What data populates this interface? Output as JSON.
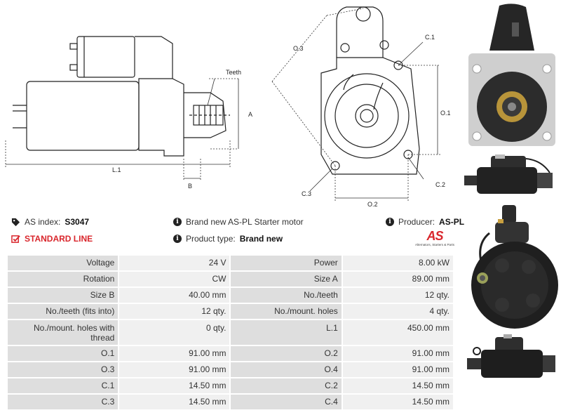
{
  "drawing": {
    "teeth_label": "Teeth",
    "dim_a": "A",
    "dim_b": "B",
    "dim_l1": "L.1",
    "dim_o1": "O.1",
    "dim_o2": "O.2",
    "dim_o3": "O.3",
    "dim_c1": "C.1",
    "dim_c2": "C.2",
    "dim_c3": "C.3"
  },
  "info": {
    "as_index_label": "AS index:",
    "as_index_value": "S3047",
    "line_label": "STANDARD LINE",
    "description": "Brand new AS-PL Starter motor",
    "product_type_label": "Product type:",
    "product_type_value": "Brand new",
    "producer_label": "Producer:",
    "producer_value": "AS-PL"
  },
  "logo": {
    "text": "AS",
    "tagline": "Alternators, Starters & Parts"
  },
  "colors": {
    "accent": "#d9262c",
    "label_cell": "#dedede",
    "value_cell": "#f0f0f0"
  },
  "specs": [
    {
      "l1": "Voltage",
      "v1": "24 V",
      "l2": "Power",
      "v2": "8.00 kW"
    },
    {
      "l1": "Rotation",
      "v1": "CW",
      "l2": "Size A",
      "v2": "89.00 mm"
    },
    {
      "l1": "Size B",
      "v1": "40.00 mm",
      "l2": "No./teeth",
      "v2": "12 qty."
    },
    {
      "l1": "No./teeth (fits into)",
      "v1": "12 qty.",
      "l2": "No./mount. holes",
      "v2": "4 qty."
    },
    {
      "l1": "No./mount. holes with thread",
      "v1": "0 qty.",
      "l2": "L.1",
      "v2": "450.00 mm"
    },
    {
      "l1": "O.1",
      "v1": "91.00 mm",
      "l2": "O.2",
      "v2": "91.00 mm"
    },
    {
      "l1": "O.3",
      "v1": "91.00 mm",
      "l2": "O.4",
      "v2": "91.00 mm"
    },
    {
      "l1": "C.1",
      "v1": "14.50 mm",
      "l2": "C.2",
      "v2": "14.50 mm"
    },
    {
      "l1": "C.3",
      "v1": "14.50 mm",
      "l2": "C.4",
      "v2": "14.50 mm"
    }
  ]
}
